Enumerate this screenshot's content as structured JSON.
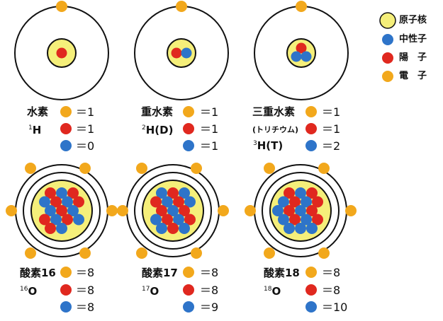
{
  "colors": {
    "nucleus": "#f5ef7a",
    "neutron": "#2e74c9",
    "proton": "#e0281f",
    "electron": "#f2a81c",
    "orbit": "#111111"
  },
  "legend": {
    "nucleus_label": "原子核",
    "neutron_label": "中性子",
    "proton_label": "陽　子",
    "electron_label": "電　子"
  },
  "atoms": [
    {
      "name": "水素",
      "symbol": "1H",
      "symbol_mass": "1",
      "symbol_text": "H",
      "extra": "",
      "electrons": 1,
      "protons": 1,
      "neutrons": 0,
      "electron_text": "＝1",
      "proton_text": "＝1",
      "neutron_text": "＝0"
    },
    {
      "name": "重水素",
      "symbol_mass": "2",
      "symbol_text": "H(D)",
      "extra": "",
      "electrons": 1,
      "protons": 1,
      "neutrons": 1,
      "electron_text": "＝1",
      "proton_text": "＝1",
      "neutron_text": "＝1"
    },
    {
      "name": "三重水素",
      "symbol_mass": "3",
      "symbol_text": "H(T)",
      "extra": "(トリチウム)",
      "electrons": 1,
      "protons": 1,
      "neutrons": 2,
      "electron_text": "＝1",
      "proton_text": "＝1",
      "neutron_text": "＝2"
    },
    {
      "name": "酸素16",
      "symbol_mass": "16",
      "symbol_text": "O",
      "extra": "",
      "electrons": 8,
      "protons": 8,
      "neutrons": 8,
      "electron_text": "＝8",
      "proton_text": "＝8",
      "neutron_text": "＝8"
    },
    {
      "name": "酸素17",
      "symbol_mass": "17",
      "symbol_text": "O",
      "extra": "",
      "electrons": 8,
      "protons": 8,
      "neutrons": 9,
      "electron_text": "＝8",
      "proton_text": "＝8",
      "neutron_text": "＝9"
    },
    {
      "name": "酸素18",
      "symbol_mass": "18",
      "symbol_text": "O",
      "extra": "",
      "electrons": 8,
      "protons": 8,
      "neutrons": 10,
      "electron_text": "＝8",
      "proton_text": "＝8",
      "neutron_text": "＝10"
    }
  ]
}
